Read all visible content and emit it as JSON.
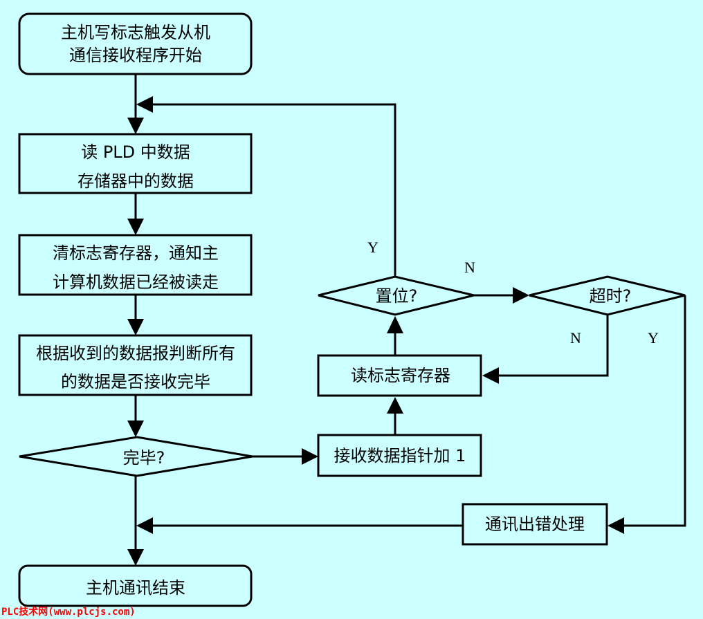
{
  "diagram": {
    "type": "flowchart",
    "background_color": "#ccffff",
    "nodes": {
      "start": {
        "shape": "rounded-rect",
        "lines": [
          "主机写标志触发从机",
          "通信接收程序开始"
        ]
      },
      "read_pld": {
        "shape": "rect",
        "lines": [
          "读 PLD 中数据",
          "存储器中的数据"
        ]
      },
      "clear_flag": {
        "shape": "rect",
        "lines": [
          "清标志寄存器，通知主",
          "计算机数据已经被读走"
        ]
      },
      "judge_complete": {
        "shape": "rect",
        "lines": [
          "根据收到的数据报判断所有",
          "的数据是否接收完毕"
        ]
      },
      "done_decision": {
        "shape": "diamond",
        "lines": [
          "完毕?"
        ]
      },
      "inc_pointer": {
        "shape": "rect",
        "lines": [
          "接收数据指针加 1"
        ]
      },
      "read_flag_reg": {
        "shape": "rect",
        "lines": [
          "读标志寄存器"
        ]
      },
      "set_decision": {
        "shape": "diamond",
        "lines": [
          "置位?"
        ]
      },
      "timeout_decision": {
        "shape": "diamond",
        "lines": [
          "超时?"
        ]
      },
      "error_handling": {
        "shape": "rect",
        "lines": [
          "通讯出错处理"
        ]
      },
      "end": {
        "shape": "rounded-rect",
        "lines": [
          "主机通讯结束"
        ]
      }
    },
    "edge_labels": {
      "set_yes": "Y",
      "set_no": "N",
      "timeout_no": "N",
      "timeout_yes": "Y"
    },
    "edges": [
      {
        "from": "start",
        "to": "read_pld"
      },
      {
        "from": "read_pld",
        "to": "clear_flag"
      },
      {
        "from": "clear_flag",
        "to": "judge_complete"
      },
      {
        "from": "judge_complete",
        "to": "done_decision"
      },
      {
        "from": "done_decision",
        "to": "inc_pointer",
        "label": ""
      },
      {
        "from": "done_decision",
        "to": "end",
        "label": ""
      },
      {
        "from": "inc_pointer",
        "to": "read_flag_reg"
      },
      {
        "from": "read_flag_reg",
        "to": "set_decision"
      },
      {
        "from": "set_decision",
        "to": "read_pld",
        "label": "Y"
      },
      {
        "from": "set_decision",
        "to": "timeout_decision",
        "label": "N"
      },
      {
        "from": "timeout_decision",
        "to": "read_flag_reg",
        "label": "N"
      },
      {
        "from": "timeout_decision",
        "to": "error_handling",
        "label": "Y"
      },
      {
        "from": "error_handling",
        "to": "end"
      }
    ]
  },
  "watermark": "PLC技术网(www.plcjs.com)"
}
